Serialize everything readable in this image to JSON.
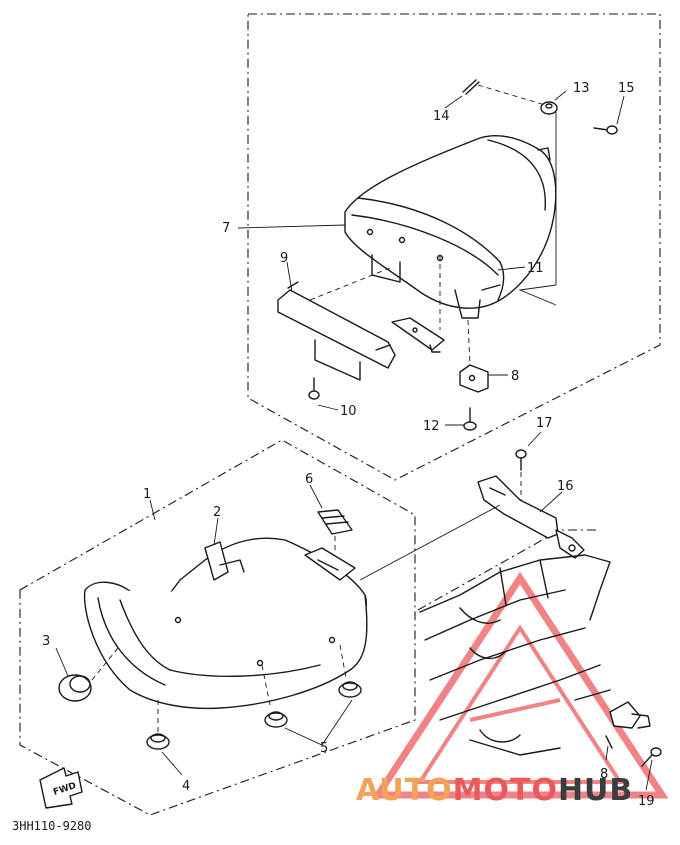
{
  "diagram": {
    "callouts": {
      "c1": "1",
      "c2": "2",
      "c3": "3",
      "c4": "4",
      "c5": "5",
      "c6": "6",
      "c7": "7",
      "c8a": "8",
      "c8b": "8",
      "c9": "9",
      "c10": "10",
      "c11": "11",
      "c12": "12",
      "c13": "13",
      "c14": "14",
      "c15": "15",
      "c16": "16",
      "c17": "17",
      "c19": "19"
    },
    "fwd_label": "FWD",
    "drawing_code": "3HH110-9280"
  },
  "watermark": {
    "part1": "AUTO",
    "part2": "MOTO",
    "part3": "HUB",
    "colors": {
      "orange": "#f4a259",
      "red": "#eb5a5a",
      "dark": "#3d3d3d"
    }
  }
}
